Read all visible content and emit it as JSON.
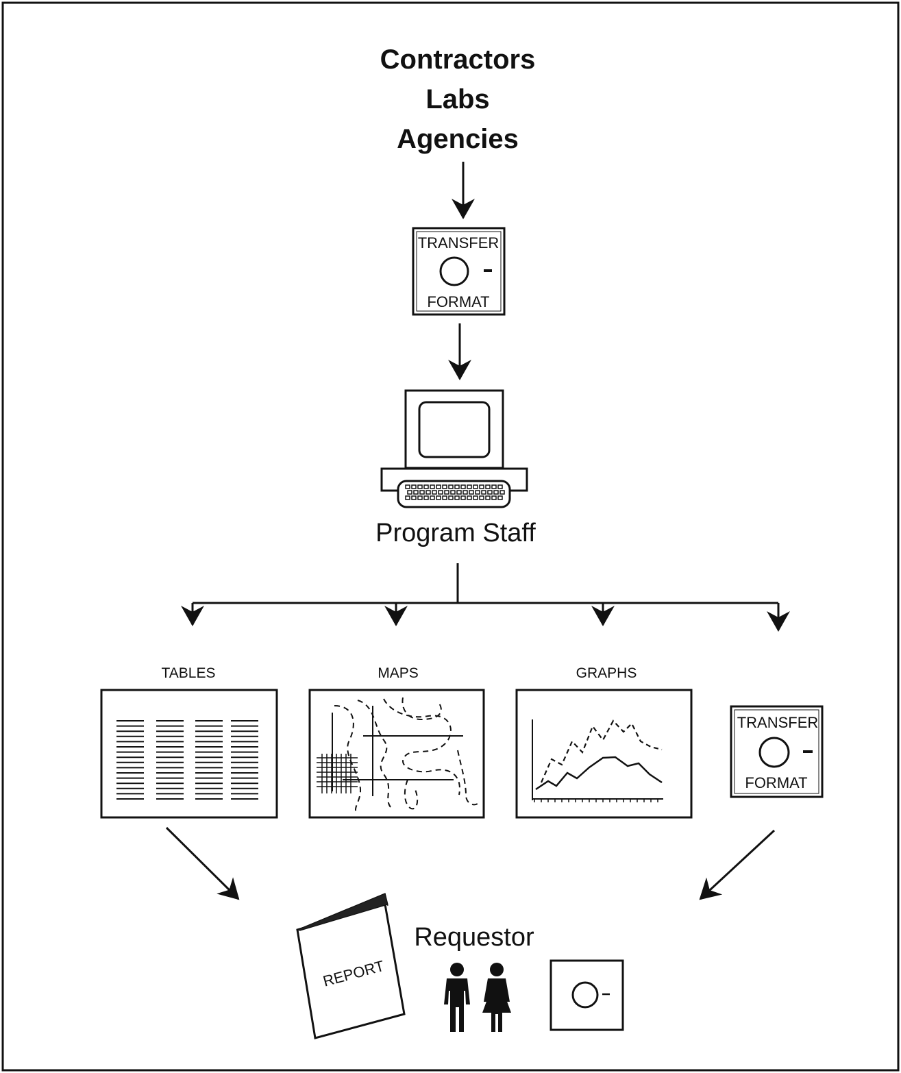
{
  "sources": {
    "line1": "Contractors",
    "line2": "Labs",
    "line3": "Agencies"
  },
  "transfer_format": {
    "top": "TRANSFER",
    "bottom": "FORMAT"
  },
  "program_staff": "Program Staff",
  "outputs": {
    "tables": "TABLES",
    "maps": "MAPS",
    "graphs": "GRAPHS"
  },
  "report_label": "REPORT",
  "requestor": "Requestor",
  "icons": {
    "computer": "computer-terminal-icon",
    "tables": "table-document-icon",
    "maps": "contour-map-icon",
    "graphs": "line-graph-icon",
    "transfer_format": "transfer-format-disk-icon",
    "report": "report-booklet-icon",
    "people": "people-icon",
    "disk": "disk-icon"
  },
  "colors": {
    "ink": "#111111",
    "paper": "#ffffff"
  }
}
